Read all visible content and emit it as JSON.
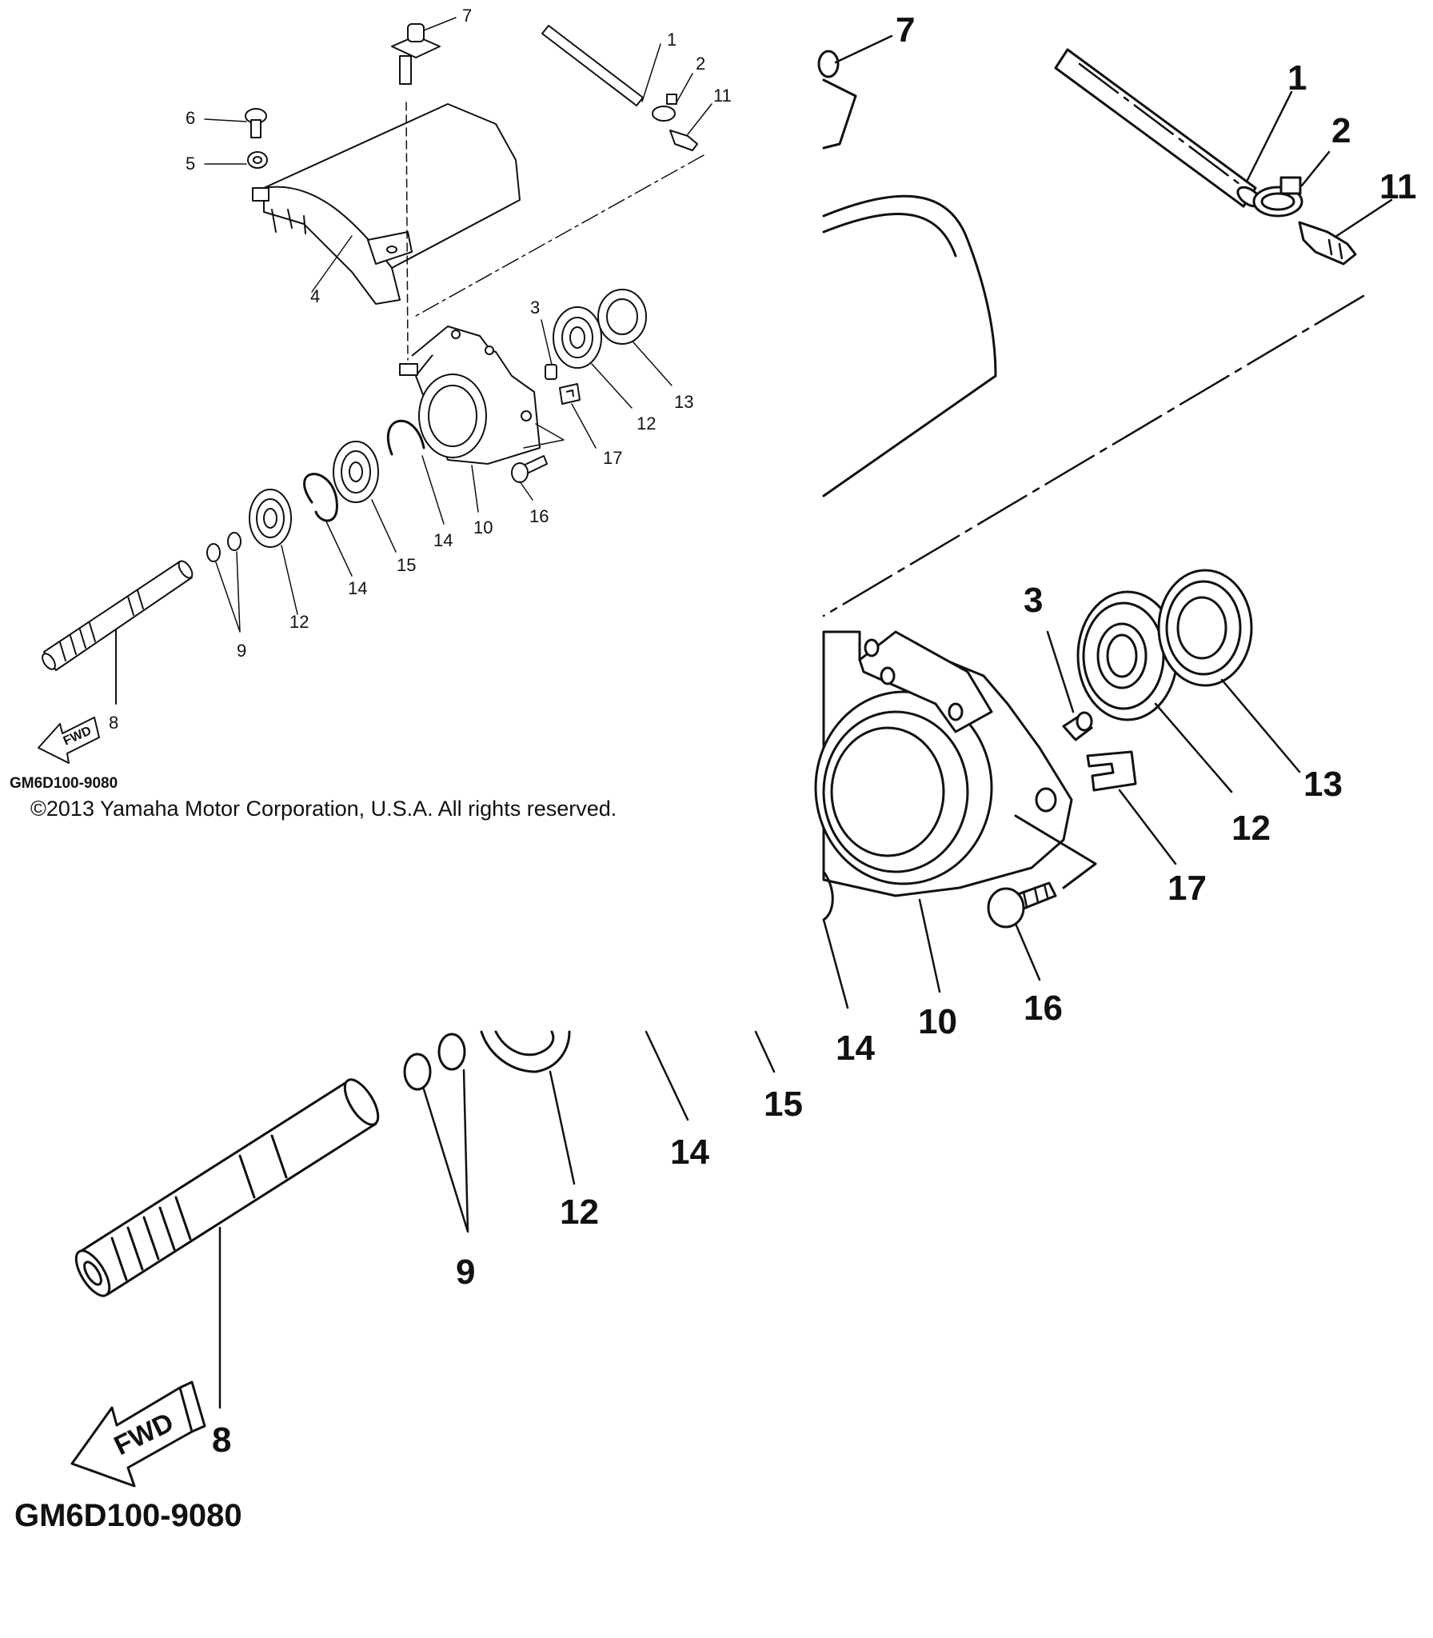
{
  "diagram": {
    "part_code": "GM6D100-9080",
    "copyright": "©2013 Yamaha Motor Corporation, U.S.A. All rights reserved.",
    "fwd_label": "FWD",
    "callouts": {
      "c1": "1",
      "c2": "2",
      "c3": "3",
      "c4": "4",
      "c5": "5",
      "c6": "6",
      "c7": "7",
      "c8": "8",
      "c9": "9",
      "c10": "10",
      "c11": "11",
      "c12": "12",
      "c13": "13",
      "c14": "14",
      "c15": "15",
      "c16": "16",
      "c17": "17"
    }
  }
}
